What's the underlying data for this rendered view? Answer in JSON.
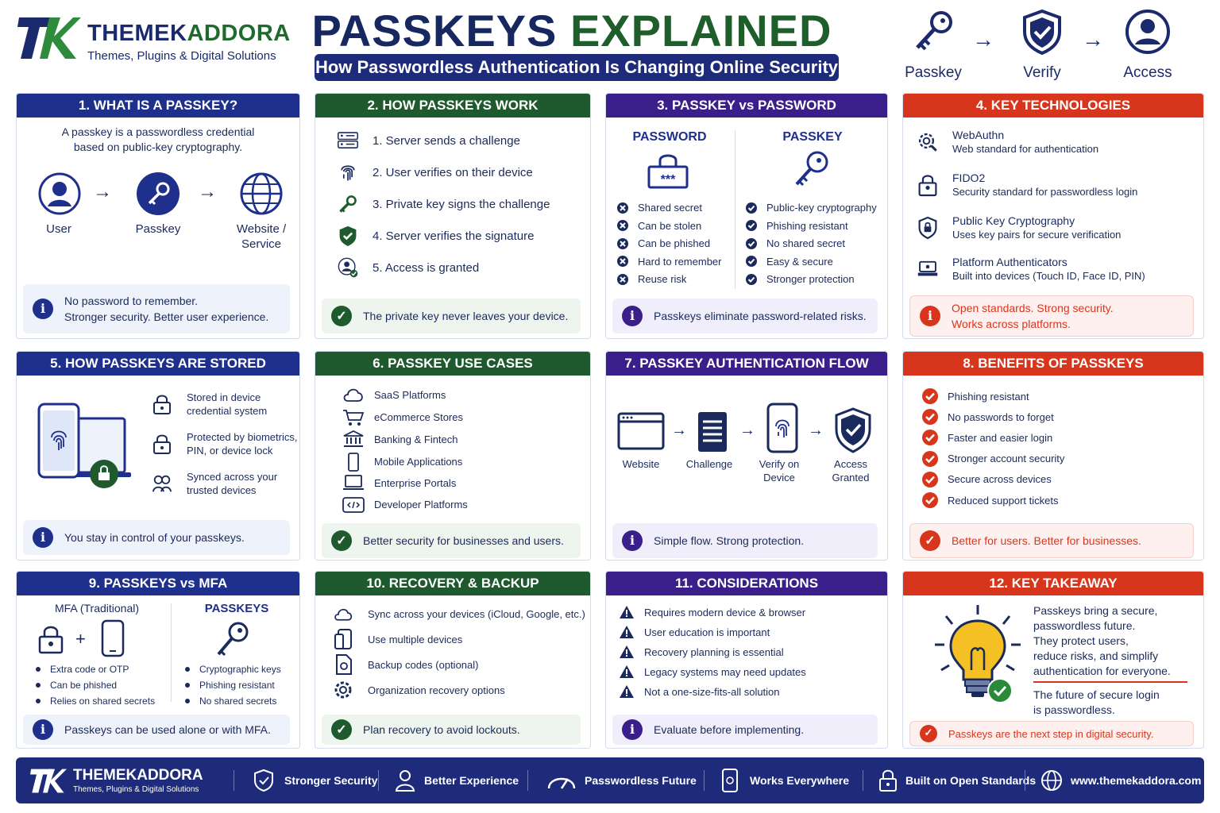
{
  "brand": {
    "name_a": "THEMEK",
    "name_b": "ADDORA",
    "tagline": "Themes, Plugins & Digital Solutions",
    "logo_letters": "TK"
  },
  "title": {
    "a": "PASSKEYS ",
    "b": "EXPLAINED",
    "subtitle": "How Passwordless Authentication Is Changing Online Security"
  },
  "top_flow": [
    "Passkey",
    "Verify",
    "Access"
  ],
  "p1": {
    "title": "1. WHAT IS A PASSKEY?",
    "desc1": "A passkey is a passwordless credential",
    "desc2": "based on public-key cryptography.",
    "user": "User",
    "passkey": "Passkey",
    "site1": "Website /",
    "site2": "Service",
    "note1": "No password to remember.",
    "note2": "Stronger security. Better user experience."
  },
  "p2": {
    "title": "2. HOW PASSKEYS WORK",
    "steps": [
      "1. Server sends a challenge",
      "2. User verifies on their device",
      "3. Private key signs the challenge",
      "4. Server verifies the signature",
      "5. Access is granted"
    ],
    "note": "The private key never leaves your device."
  },
  "p3": {
    "title": "3. PASSKEY vs PASSWORD",
    "col_a": "PASSWORD",
    "col_b": "PASSKEY",
    "pw_mask": "***",
    "password": [
      "Shared secret",
      "Can be stolen",
      "Can be phished",
      "Hard to remember",
      "Reuse risk"
    ],
    "passkey": [
      "Public-key cryptography",
      "Phishing resistant",
      "No shared secret",
      "Easy & secure",
      "Stronger protection"
    ],
    "note": "Passkeys eliminate password-related risks."
  },
  "p4": {
    "title": "4. KEY TECHNOLOGIES",
    "items": [
      {
        "name": "WebAuthn",
        "desc": "Web standard for authentication"
      },
      {
        "name": "FIDO2",
        "desc": "Security standard for passwordless login"
      },
      {
        "name": "Public Key Cryptography",
        "desc": "Uses key pairs for secure verification"
      },
      {
        "name": "Platform Authenticators",
        "desc": "Built into devices (Touch ID, Face ID, PIN)"
      }
    ],
    "note1": "Open standards. Strong security.",
    "note2": "Works across platforms."
  },
  "p5": {
    "title": "5. HOW PASSKEYS ARE STORED",
    "items": [
      [
        "Stored in device",
        "credential system"
      ],
      [
        "Protected by biometrics,",
        "PIN, or device lock"
      ],
      [
        "Synced across your",
        "trusted devices"
      ]
    ],
    "note": "You stay in control of your passkeys."
  },
  "p6": {
    "title": "6. PASSKEY USE CASES",
    "items": [
      "SaaS Platforms",
      "eCommerce Stores",
      "Banking & Fintech",
      "Mobile Applications",
      "Enterprise Portals",
      "Developer Platforms"
    ],
    "note": "Better security for businesses and users."
  },
  "p7": {
    "title": "7. PASSKEY AUTHENTICATION FLOW",
    "steps": [
      [
        "Website",
        ""
      ],
      [
        "Challenge",
        ""
      ],
      [
        "Verify on",
        "Device"
      ],
      [
        "Access",
        "Granted"
      ]
    ],
    "note": "Simple flow. Strong protection."
  },
  "p8": {
    "title": "8. BENEFITS OF PASSKEYS",
    "items": [
      "Phishing resistant",
      "No passwords to forget",
      "Faster and easier login",
      "Stronger account security",
      "Secure across devices",
      "Reduced support tickets"
    ],
    "note": "Better for users. Better for businesses."
  },
  "p9": {
    "title": "9. PASSKEYS vs MFA",
    "col_a": "MFA (Traditional)",
    "col_b": "PASSKEYS",
    "plus": "+",
    "mfa": [
      "Extra code or OTP",
      "Can be phished",
      "Relies on shared secrets"
    ],
    "pk": [
      "Cryptographic keys",
      "Phishing resistant",
      "No shared secrets"
    ],
    "note": "Passkeys can be used alone or with MFA."
  },
  "p10": {
    "title": "10. RECOVERY & BACKUP",
    "items": [
      "Sync across your devices (iCloud, Google, etc.)",
      "Use multiple devices",
      "Backup codes (optional)",
      "Organization recovery options"
    ],
    "note": "Plan recovery to avoid lockouts."
  },
  "p11": {
    "title": "11. CONSIDERATIONS",
    "items": [
      "Requires modern device & browser",
      "User education is important",
      "Recovery planning is essential",
      "Legacy systems may need updates",
      "Not a one-size-fits-all solution"
    ],
    "note": "Evaluate before implementing."
  },
  "p12": {
    "title": "12. KEY TAKEAWAY",
    "lines": [
      "Passkeys bring a secure,",
      "passwordless future.",
      "They protect users,",
      "reduce risks, and simplify",
      "authentication for everyone."
    ],
    "future1": "The future of secure login",
    "future2": "is passwordless.",
    "note": "Passkeys are the next step in digital security."
  },
  "footer": {
    "brand": "THEMEKADDORA",
    "tagline": "Themes, Plugins & Digital Solutions",
    "items": [
      "Stronger Security",
      "Better Experience",
      "Passwordless Future",
      "Works Everywhere",
      "Built on Open Standards",
      "www.themekaddora.com"
    ]
  },
  "colors": {
    "navy": "#1e2f8c",
    "green": "#1f5a2e",
    "purple": "#3a1f8a",
    "red": "#d8361c"
  }
}
